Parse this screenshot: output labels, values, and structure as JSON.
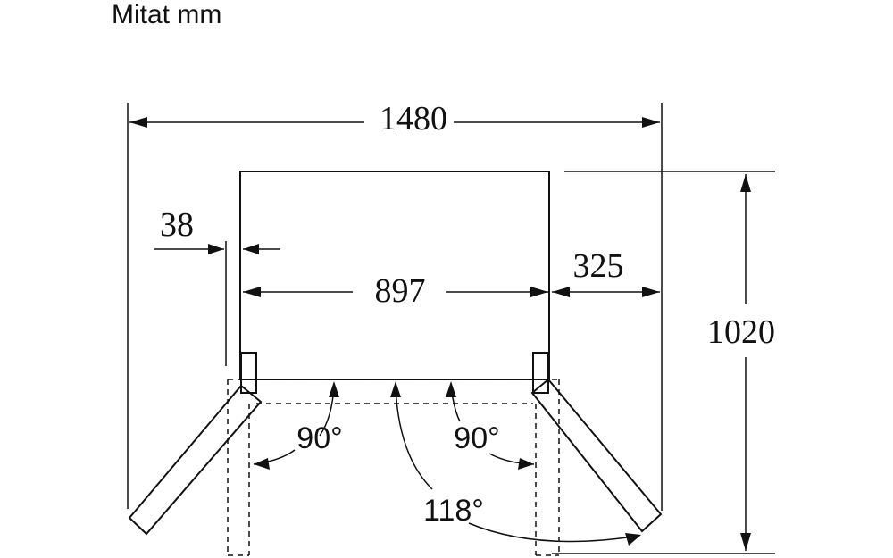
{
  "title": "Mitat mm",
  "dimensions": {
    "total_width": "1480",
    "cabinet_width": "897",
    "side_gap": "38",
    "door_clearance": "325",
    "depth": "1020"
  },
  "angles": {
    "left_door": "90°",
    "right_door": "90°",
    "right_door_max": "118°"
  },
  "colors": {
    "line": "#111111",
    "background": "#ffffff"
  }
}
